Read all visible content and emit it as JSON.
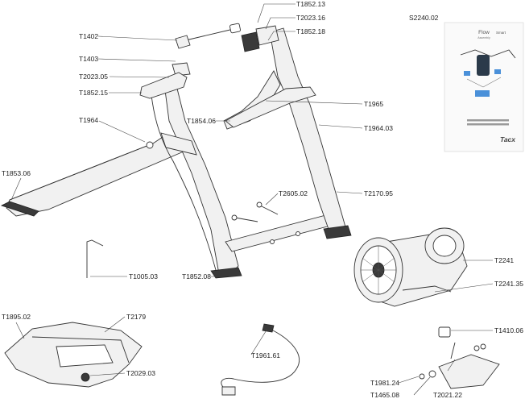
{
  "callouts": [
    {
      "id": "T1852.13",
      "text": "T1852.13"
    },
    {
      "id": "T2023.16",
      "text": "T2023.16"
    },
    {
      "id": "T1852.18",
      "text": "T1852.18"
    },
    {
      "id": "T1402",
      "text": "T1402"
    },
    {
      "id": "T1403",
      "text": "T1403"
    },
    {
      "id": "T2023.05",
      "text": "T2023.05"
    },
    {
      "id": "T1852.15",
      "text": "T1852.15"
    },
    {
      "id": "T1965",
      "text": "T1965"
    },
    {
      "id": "T1854.06",
      "text": "T1854.06"
    },
    {
      "id": "T1964.03",
      "text": "T1964.03"
    },
    {
      "id": "T1964",
      "text": "T1964"
    },
    {
      "id": "T1853.06",
      "text": "T1853.06"
    },
    {
      "id": "T2605.02",
      "text": "T2605.02"
    },
    {
      "id": "T2170.95",
      "text": "T2170.95"
    },
    {
      "id": "T1005.03",
      "text": "T1005.03"
    },
    {
      "id": "T1852.08",
      "text": "T1852.08"
    },
    {
      "id": "T2241",
      "text": "T2241"
    },
    {
      "id": "T2241.35",
      "text": "T2241.35"
    },
    {
      "id": "T1895.02",
      "text": "T1895.02"
    },
    {
      "id": "T2179",
      "text": "T2179"
    },
    {
      "id": "T2029.03",
      "text": "T2029.03"
    },
    {
      "id": "T1961.61",
      "text": "T1961.61"
    },
    {
      "id": "T1410.06",
      "text": "T1410.06"
    },
    {
      "id": "T1981.24",
      "text": "T1981.24"
    },
    {
      "id": "T1465.08",
      "text": "T1465.08"
    },
    {
      "id": "T2021.22",
      "text": "T2021.22"
    },
    {
      "id": "S2240.02",
      "text": "S2240.02"
    }
  ],
  "manual": {
    "title": "Flow",
    "title_suffix": "Smart",
    "subtitle": "Assembly",
    "brand": "Tacx"
  },
  "colors": {
    "ink": "#333333",
    "accent_blue": "#4a90d9",
    "frame_fill": "#f1f1f1"
  }
}
